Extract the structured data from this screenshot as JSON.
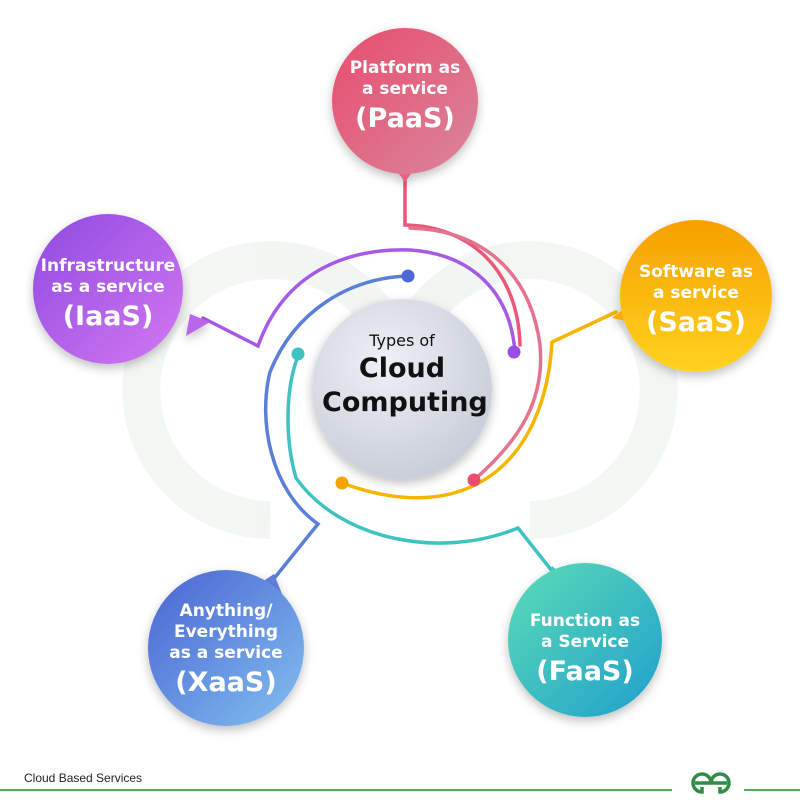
{
  "diagram": {
    "center": {
      "line1": "Types of",
      "line2": "Cloud",
      "line3": "Computing"
    },
    "nodes": [
      {
        "id": "paas",
        "line1": "Platform as",
        "line2": "a service",
        "abbr": "(PaaS)",
        "colors": [
          "#e94c6d",
          "#d97390"
        ]
      },
      {
        "id": "saas",
        "line1": "Software as",
        "line2": "a service",
        "abbr": "(SaaS)",
        "colors": [
          "#f6a400",
          "#ffcf1f"
        ]
      },
      {
        "id": "faas",
        "line1": "Function as",
        "line2": "a Service",
        "abbr": "(FaaS)",
        "colors": [
          "#2aa8c7",
          "#57d6ba"
        ]
      },
      {
        "id": "xaas",
        "line1": "Anything/",
        "line2": "Everything",
        "line3": "as a service",
        "abbr": "(XaaS)",
        "colors": [
          "#4d6ad6",
          "#7db6ef"
        ]
      },
      {
        "id": "iaas",
        "line1": "Infrastructure",
        "line2": "as a service",
        "abbr": "(IaaS)",
        "colors": [
          "#9a4ee0",
          "#c972f0"
        ]
      }
    ]
  },
  "footer": {
    "label": "Cloud Based Services",
    "logo_icon": "gfg-logo-icon",
    "accent": "#4caf50"
  }
}
